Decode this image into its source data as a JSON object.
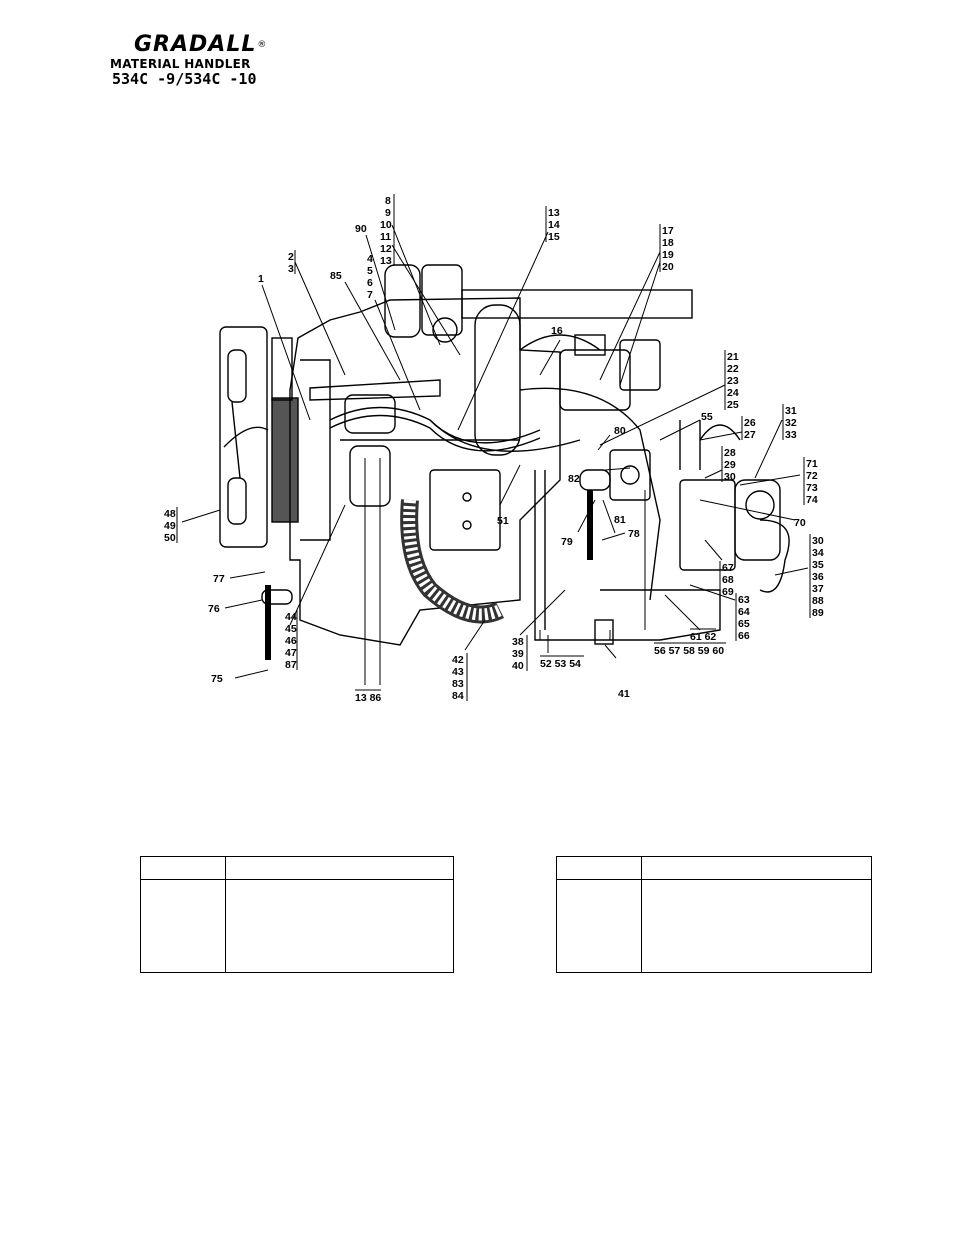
{
  "header": {
    "brand": "GRADALL",
    "registered": "®",
    "subtitle": "MATERIAL HANDLER",
    "model": "534C -9/534C -10"
  },
  "callouts": [
    "1",
    "2",
    "3",
    "4",
    "5",
    "6",
    "7",
    "8",
    "9",
    "10",
    "11",
    "12",
    "13",
    "13",
    "14",
    "15",
    "16",
    "17",
    "18",
    "19",
    "20",
    "21",
    "22",
    "23",
    "24",
    "25",
    "26",
    "27",
    "28",
    "29",
    "30",
    "31",
    "32",
    "33",
    "30",
    "34",
    "35",
    "36",
    "37",
    "88",
    "89",
    "38",
    "39",
    "40",
    "41",
    "42",
    "43",
    "83",
    "84",
    "44",
    "45",
    "46",
    "47",
    "87",
    "48",
    "49",
    "50",
    "51",
    "52 53 54",
    "55",
    "56 57 58 59 60",
    "61 62",
    "63",
    "64",
    "65",
    "66",
    "67",
    "68",
    "69",
    "70",
    "71",
    "72",
    "73",
    "74",
    "75",
    "76",
    "77",
    "78",
    "79",
    "80",
    "81",
    "82",
    "85",
    "90",
    "13 86"
  ],
  "tables": [
    {
      "header": [
        "",
        ""
      ],
      "rows": [
        [
          "",
          ""
        ]
      ]
    },
    {
      "header": [
        "",
        ""
      ],
      "rows": [
        [
          "",
          ""
        ]
      ]
    }
  ]
}
